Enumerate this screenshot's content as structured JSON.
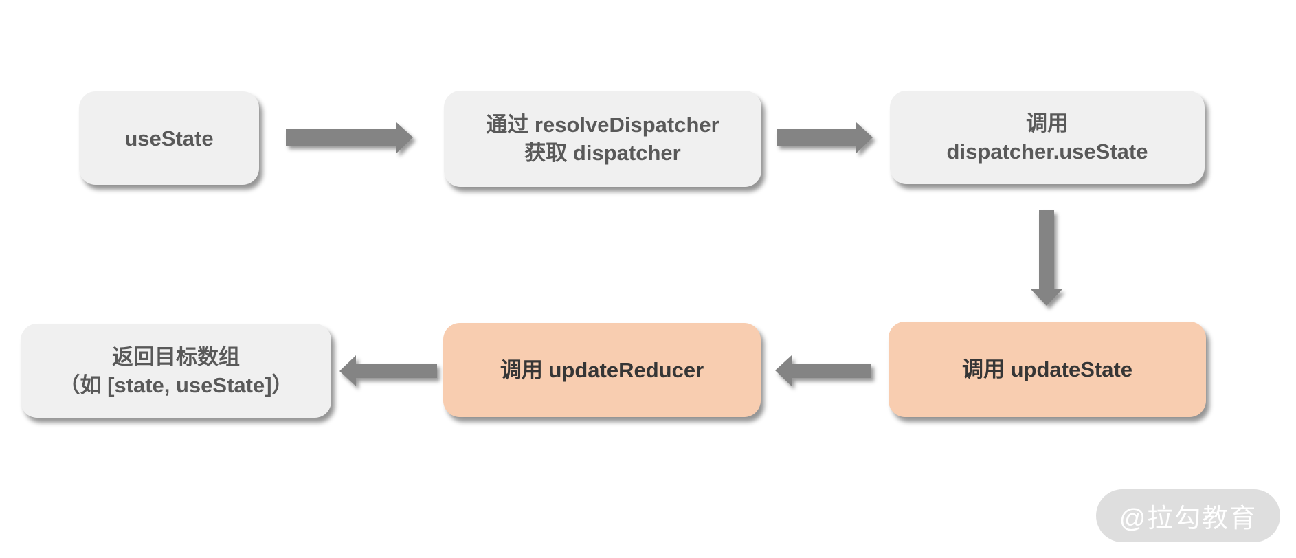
{
  "colors": {
    "background": "#ffffff",
    "node_gray_fill": "#f0f0f0",
    "node_gray_text": "#595959",
    "node_peach_fill": "#f8cdb0",
    "node_peach_text": "#363636",
    "arrow": "#848484",
    "watermark_fill": "#dedede",
    "watermark_text": "#ffffff"
  },
  "flowchart": {
    "nodes": [
      {
        "id": "usestate",
        "variant": "gray",
        "lines": [
          "useState"
        ]
      },
      {
        "id": "resolve-dispatcher",
        "variant": "gray",
        "lines": [
          "通过 resolveDispatcher",
          "获取 dispatcher"
        ]
      },
      {
        "id": "dispatcher-usestate",
        "variant": "gray",
        "lines": [
          "调用",
          "dispatcher.useState"
        ]
      },
      {
        "id": "update-state",
        "variant": "peach",
        "lines": [
          "调用 updateState"
        ]
      },
      {
        "id": "update-reducer",
        "variant": "peach",
        "lines": [
          "调用 updateReducer"
        ]
      },
      {
        "id": "return-array",
        "variant": "gray",
        "lines": [
          "返回目标数组",
          "（如 [state, useState]）"
        ]
      }
    ],
    "edges": [
      {
        "from": "usestate",
        "to": "resolve-dispatcher",
        "direction": "right"
      },
      {
        "from": "resolve-dispatcher",
        "to": "dispatcher-usestate",
        "direction": "right"
      },
      {
        "from": "dispatcher-usestate",
        "to": "update-state",
        "direction": "down"
      },
      {
        "from": "update-state",
        "to": "update-reducer",
        "direction": "left"
      },
      {
        "from": "update-reducer",
        "to": "return-array",
        "direction": "left"
      }
    ]
  },
  "watermark": {
    "label": "@拉勾教育"
  }
}
